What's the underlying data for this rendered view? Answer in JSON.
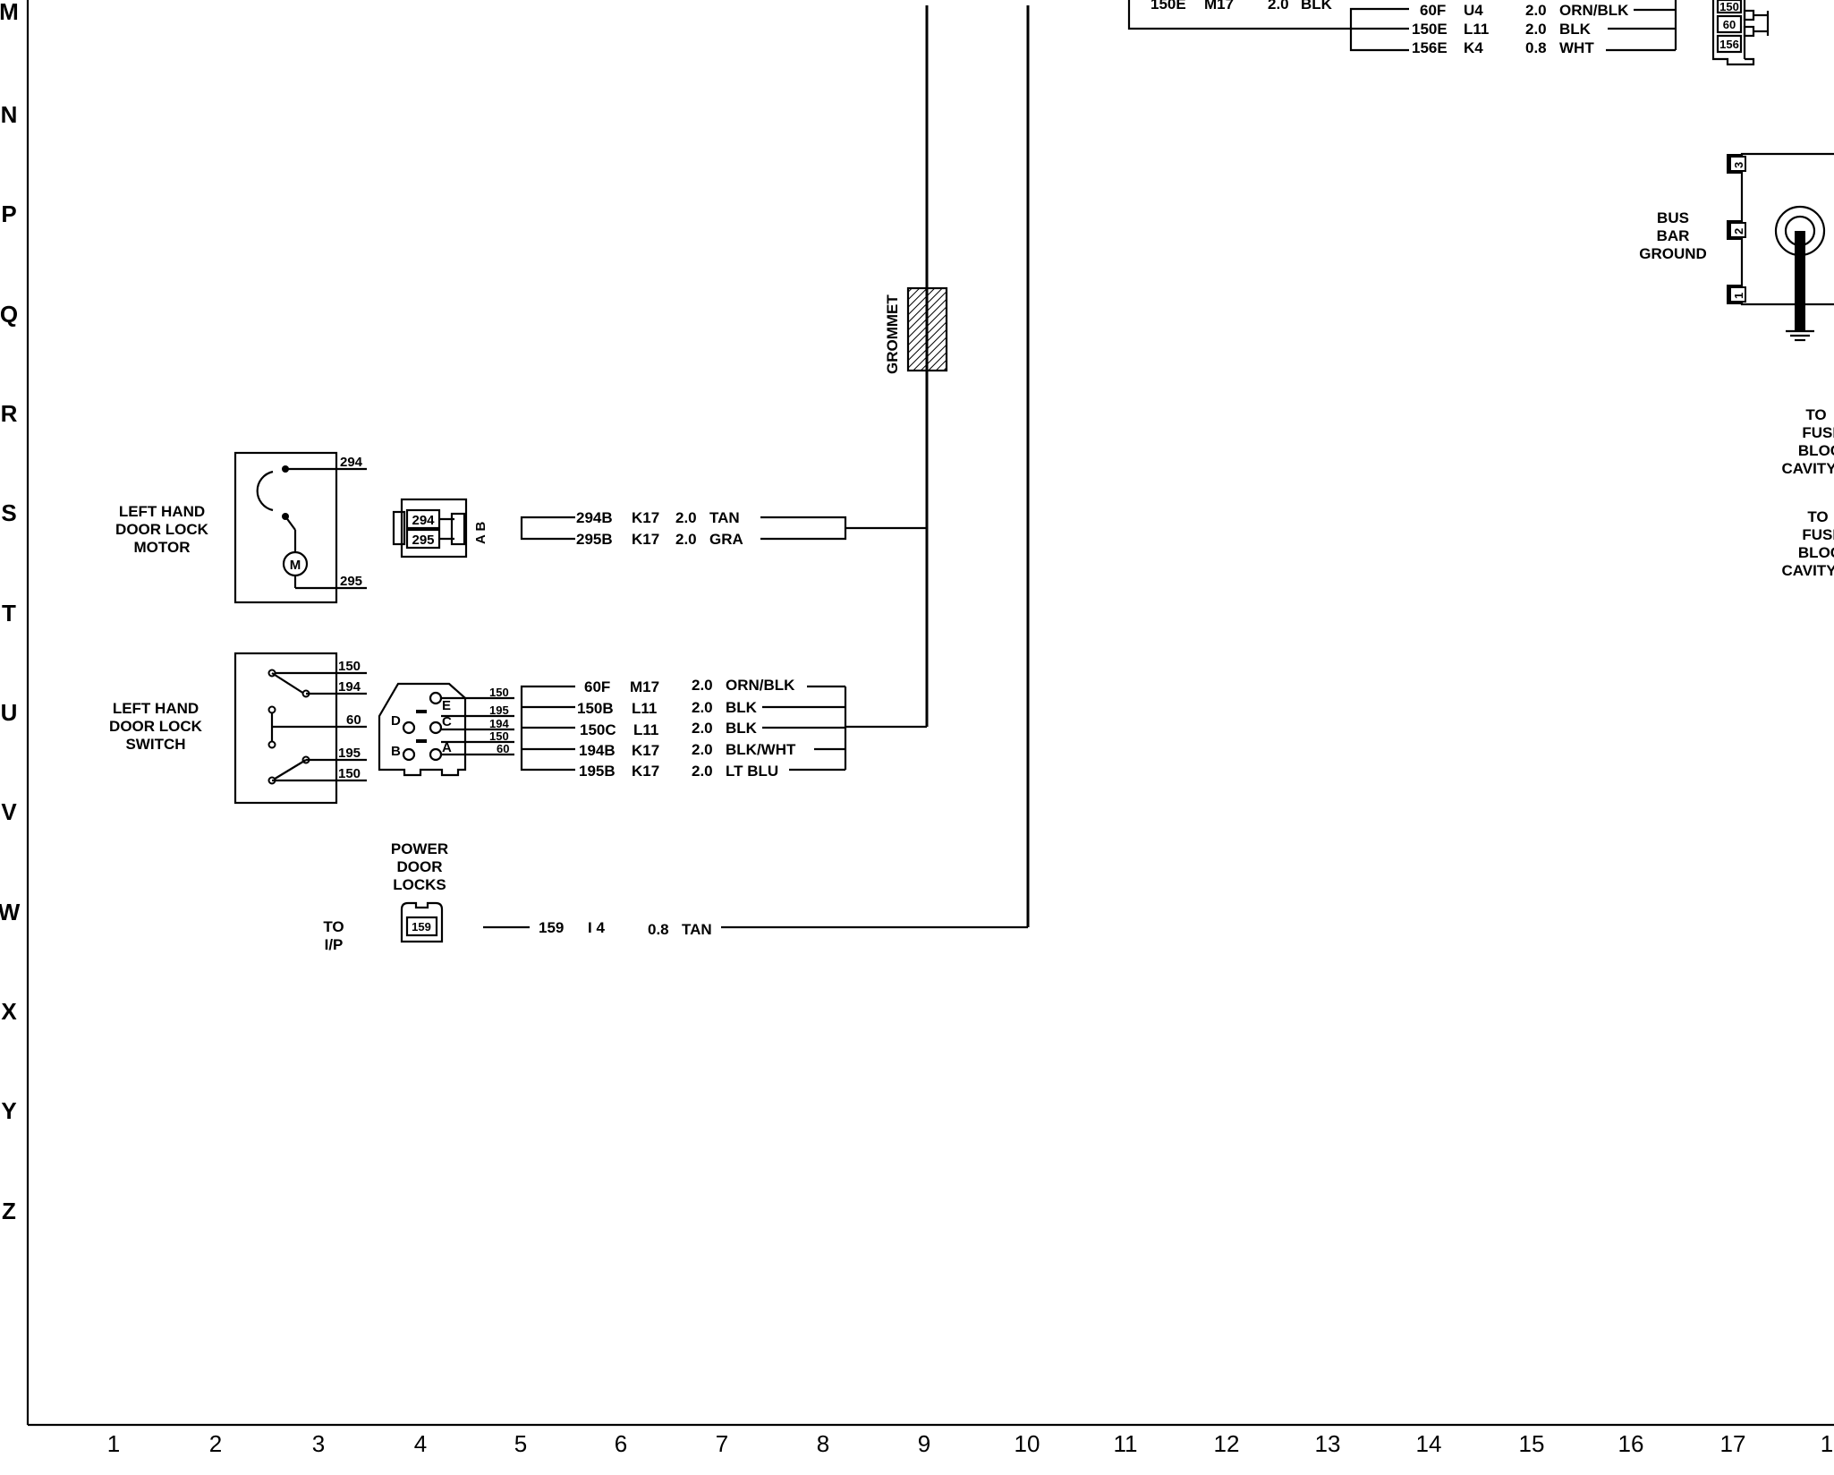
{
  "grid": {
    "rows": [
      "M",
      "N",
      "P",
      "Q",
      "R",
      "S",
      "T",
      "U",
      "V",
      "W",
      "X",
      "Y",
      "Z"
    ],
    "columns": [
      "1",
      "2",
      "3",
      "4",
      "5",
      "6",
      "7",
      "8",
      "9",
      "10",
      "11",
      "12",
      "13",
      "14",
      "15",
      "16",
      "17",
      "1"
    ]
  },
  "labels": {
    "lh_motor": [
      "LEFT HAND",
      "DOOR LOCK",
      "MOTOR"
    ],
    "lh_switch": [
      "LEFT HAND",
      "DOOR LOCK",
      "SWITCH"
    ],
    "power_locks": [
      "POWER",
      "DOOR",
      "LOCKS"
    ],
    "to_ip": [
      "TO",
      "I/P"
    ],
    "bus_bar": [
      "BUS",
      "BAR",
      "GROUND"
    ],
    "to_fuse_1": [
      "TO",
      "FUSE",
      "BLOC",
      "CAVITY"
    ],
    "to_fuse_2": [
      "TO",
      "FUSE",
      "BLOC",
      "CAVITY"
    ],
    "grommet": "GROMMET",
    "motor_symbol": "M"
  },
  "motor_pins": [
    "294",
    "295"
  ],
  "motor_connector": {
    "cavities": [
      "294",
      "295"
    ],
    "letters": "A B"
  },
  "motor_wires": [
    {
      "circuit": "294B",
      "location": "K17",
      "gauge": "2.0",
      "color": "TAN"
    },
    {
      "circuit": "295B",
      "location": "K17",
      "gauge": "2.0",
      "color": "GRA"
    }
  ],
  "switch_pins": [
    "150",
    "194",
    "60",
    "195",
    "150"
  ],
  "switch_connector": {
    "letters": [
      "E",
      "D",
      "C",
      "B",
      "A"
    ],
    "cavities": [
      "150",
      "195",
      "194",
      "150",
      "60"
    ]
  },
  "switch_wires": [
    {
      "circuit": "60F",
      "location": "M17",
      "gauge": "2.0",
      "color": "ORN/BLK"
    },
    {
      "circuit": "150B",
      "location": "L11",
      "gauge": "2.0",
      "color": "BLK"
    },
    {
      "circuit": "150C",
      "location": "L11",
      "gauge": "2.0",
      "color": "BLK"
    },
    {
      "circuit": "194B",
      "location": "K17",
      "gauge": "2.0",
      "color": "BLK/WHT"
    },
    {
      "circuit": "195B",
      "location": "K17",
      "gauge": "2.0",
      "color": "LT BLU"
    }
  ],
  "ip_connector": {
    "cavity": "159"
  },
  "ip_wire": {
    "circuit": "159",
    "location": "I 4",
    "gauge": "0.8",
    "color": "TAN"
  },
  "top_wires": [
    {
      "circuit": "150E",
      "location": "M17",
      "gauge": "2.0",
      "color": "BLK"
    },
    {
      "circuit": "60F",
      "location": "U4",
      "gauge": "2.0",
      "color": "ORN/BLK"
    },
    {
      "circuit": "150E",
      "location": "L11",
      "gauge": "2.0",
      "color": "BLK"
    },
    {
      "circuit": "156E",
      "location": "K4",
      "gauge": "0.8",
      "color": "WHT"
    }
  ],
  "top_connector": {
    "cavities": [
      "150",
      "60",
      "156"
    ]
  },
  "ground_block": {
    "pins": [
      "3",
      "2",
      "1"
    ]
  }
}
